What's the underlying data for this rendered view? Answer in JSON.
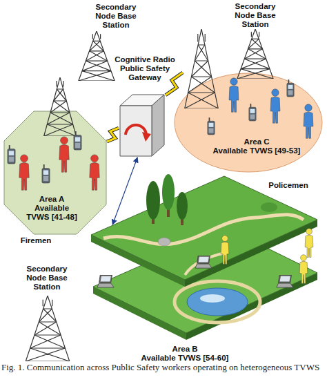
{
  "diagram": {
    "caption": "Fig. 1. Communication across Public Safety workers operating on heterogeneous TVWS",
    "nodes": [
      {
        "text": [
          "Area A Available TVWS [41-48]",
          "Firemen"
        ]
      },
      {
        "text": [
          "Cognitive Radio Public Safety Gateway"
        ]
      },
      {
        "text": [
          "Area C Available TVWS [49-53]",
          "Policemen"
        ]
      },
      {
        "text": [
          "Area B Available TVWS [54-60]"
        ]
      }
    ],
    "edges": [
      {
        "from": 0,
        "to": 1,
        "arrow": "none"
      },
      {
        "from": 1,
        "to": 2,
        "arrow": "none"
      },
      {
        "from": 1,
        "to": 3,
        "arrow": "both"
      }
    ],
    "labels": [
      "Secondary Node Base Station",
      "Secondary Node Base Station",
      "Secondary Node Base Station"
    ]
  }
}
